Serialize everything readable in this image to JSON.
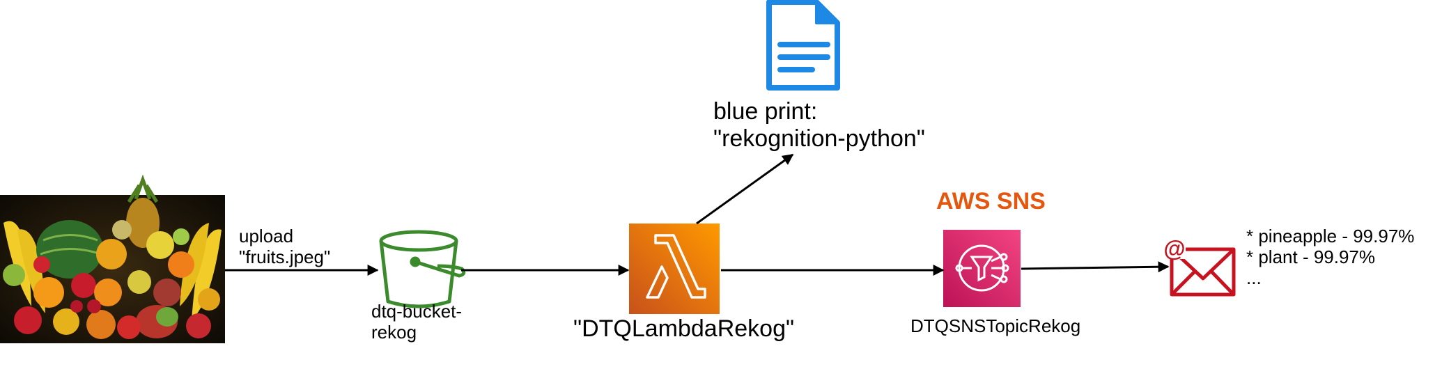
{
  "upload_label": "upload\n\"fruits.jpeg\"",
  "bucket_label": "dtq-bucket-\nrekog",
  "lambda_label": "\"DTQLambdaRekog\"",
  "blueprint_label": "blue print:\n\"rekognition-python\"",
  "sns_title": "AWS SNS",
  "sns_label": "DTQSNSTopicRekog",
  "result_lines": "* pineapple - 99.97%\n* plant - 99.97%\n...",
  "icons": [
    "fruits-photo",
    "s3-bucket-icon",
    "lambda-icon",
    "document-icon",
    "sns-icon",
    "email-icon"
  ],
  "colors": {
    "bucket": "#3b8a2c",
    "lambda_start": "#c8511b",
    "lambda_end": "#ff9900",
    "document": "#1e88e5",
    "sns_start": "#bc1356",
    "sns_end": "#f34482",
    "email": "#c7131f",
    "sns_title": "#e4570e"
  }
}
